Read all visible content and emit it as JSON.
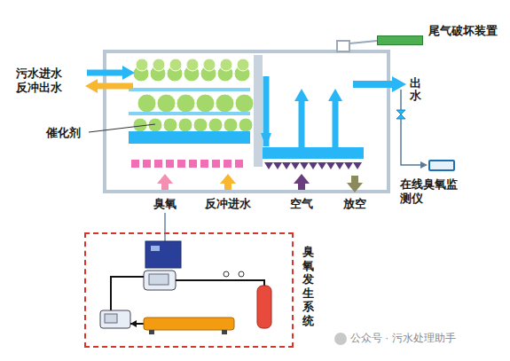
{
  "diagram": {
    "nodes": [
      {
        "text": [
          "臭氧发生系统"
        ]
      },
      {
        "text": [
          "尾气破坏装置"
        ]
      },
      {
        "text": [
          "在线臭氧监测仪"
        ]
      }
    ],
    "labels": [
      "污水进水",
      "反冲出水",
      "催化剂",
      "出水",
      "臭氧",
      "反冲进水",
      "空气",
      "放空",
      "公众号 · 污水处理助手"
    ]
  }
}
